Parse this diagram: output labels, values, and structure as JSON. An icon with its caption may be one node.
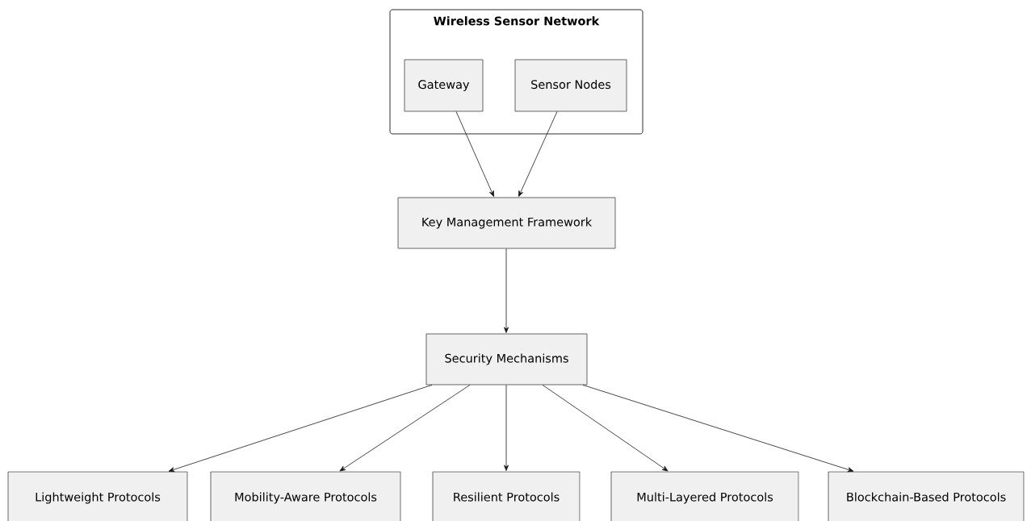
{
  "diagram": {
    "nodes": [
      {
        "text": [
          "Wireless Sensor Network"
        ]
      },
      {
        "text": [
          "Gateway"
        ],
        "in": 0
      },
      {
        "text": [
          "Sensor Nodes"
        ],
        "in": 0
      },
      {
        "text": [
          "Key Management Framework"
        ]
      },
      {
        "text": [
          "Security Mechanisms"
        ]
      },
      {
        "text": [
          "Lightweight Protocols"
        ]
      },
      {
        "text": [
          "Mobility-Aware Protocols"
        ]
      },
      {
        "text": [
          "Resilient Protocols"
        ]
      },
      {
        "text": [
          "Multi-Layered Protocols"
        ]
      },
      {
        "text": [
          "Blockchain-Based Protocols"
        ]
      }
    ],
    "edges": [
      {
        "from": 1,
        "to": 3,
        "arrow": "to"
      },
      {
        "from": 2,
        "to": 3,
        "arrow": "to"
      },
      {
        "from": 3,
        "to": 4,
        "arrow": "to"
      },
      {
        "from": 4,
        "to": 5,
        "arrow": "to"
      },
      {
        "from": 4,
        "to": 6,
        "arrow": "to"
      },
      {
        "from": 4,
        "to": 7,
        "arrow": "to"
      },
      {
        "from": 4,
        "to": 8,
        "arrow": "to"
      },
      {
        "from": 4,
        "to": 9,
        "arrow": "to"
      }
    ]
  }
}
